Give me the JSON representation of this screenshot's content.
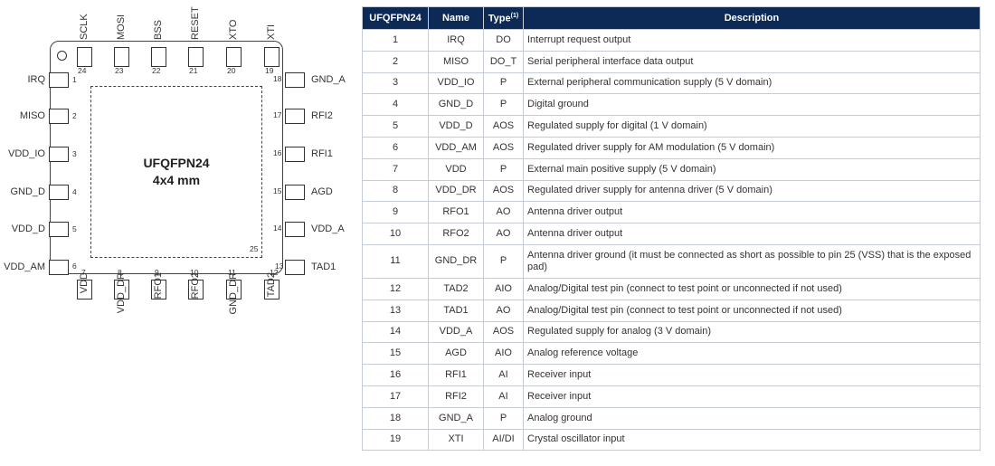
{
  "package": {
    "name": "UFQFPN24",
    "size": "4x4 mm"
  },
  "diagram": {
    "epad_number": "25",
    "pins": [
      {
        "num": "1",
        "name": "IRQ"
      },
      {
        "num": "2",
        "name": "MISO"
      },
      {
        "num": "3",
        "name": "VDD_IO"
      },
      {
        "num": "4",
        "name": "GND_D"
      },
      {
        "num": "5",
        "name": "VDD_D"
      },
      {
        "num": "6",
        "name": "VDD_AM"
      },
      {
        "num": "7",
        "name": "VDD"
      },
      {
        "num": "8",
        "name": "VDD_DR"
      },
      {
        "num": "9",
        "name": "RFO1"
      },
      {
        "num": "10",
        "name": "RFO2"
      },
      {
        "num": "11",
        "name": "GND_DR"
      },
      {
        "num": "12",
        "name": "TAD2"
      },
      {
        "num": "13",
        "name": "TAD1"
      },
      {
        "num": "14",
        "name": "VDD_A"
      },
      {
        "num": "15",
        "name": "AGD"
      },
      {
        "num": "16",
        "name": "RFI1"
      },
      {
        "num": "17",
        "name": "RFI2"
      },
      {
        "num": "18",
        "name": "GND_A"
      },
      {
        "num": "19",
        "name": "XTI"
      },
      {
        "num": "20",
        "name": "XTO"
      },
      {
        "num": "21",
        "name": "RESET"
      },
      {
        "num": "22",
        "name": "BSS"
      },
      {
        "num": "23",
        "name": "MOSI"
      },
      {
        "num": "24",
        "name": "SCLK"
      }
    ]
  },
  "table": {
    "headers": {
      "package": "UFQFPN24",
      "name": "Name",
      "type": "Type",
      "type_note": "(1)",
      "description": "Description"
    },
    "rows": [
      {
        "pin": "1",
        "name": "IRQ",
        "type": "DO",
        "desc": "Interrupt request output"
      },
      {
        "pin": "2",
        "name": "MISO",
        "type": "DO_T",
        "desc": "Serial peripheral interface data output"
      },
      {
        "pin": "3",
        "name": "VDD_IO",
        "type": "P",
        "desc": "External peripheral communication supply (5 V domain)"
      },
      {
        "pin": "4",
        "name": "GND_D",
        "type": "P",
        "desc": "Digital ground"
      },
      {
        "pin": "5",
        "name": "VDD_D",
        "type": "AOS",
        "desc": "Regulated supply for digital (1 V domain)"
      },
      {
        "pin": "6",
        "name": "VDD_AM",
        "type": "AOS",
        "desc": "Regulated driver supply for AM modulation (5 V domain)"
      },
      {
        "pin": "7",
        "name": "VDD",
        "type": "P",
        "desc": "External main positive supply (5 V domain)"
      },
      {
        "pin": "8",
        "name": "VDD_DR",
        "type": "AOS",
        "desc": "Regulated driver supply for antenna driver (5 V domain)"
      },
      {
        "pin": "9",
        "name": "RFO1",
        "type": "AO",
        "desc": "Antenna driver output"
      },
      {
        "pin": "10",
        "name": "RFO2",
        "type": "AO",
        "desc": "Antenna driver output"
      },
      {
        "pin": "11",
        "name": "GND_DR",
        "type": "P",
        "desc": "Antenna driver ground (it must be connected as short as possible to pin 25 (VSS) that is the exposed pad)"
      },
      {
        "pin": "12",
        "name": "TAD2",
        "type": "AIO",
        "desc": "Analog/Digital test pin (connect to test point or unconnected if not used)"
      },
      {
        "pin": "13",
        "name": "TAD1",
        "type": "AO",
        "desc": "Analog/Digital test pin (connect to test point or unconnected if not used)"
      },
      {
        "pin": "14",
        "name": "VDD_A",
        "type": "AOS",
        "desc": "Regulated supply for analog (3 V domain)"
      },
      {
        "pin": "15",
        "name": "AGD",
        "type": "AIO",
        "desc": "Analog reference voltage"
      },
      {
        "pin": "16",
        "name": "RFI1",
        "type": "AI",
        "desc": "Receiver input"
      },
      {
        "pin": "17",
        "name": "RFI2",
        "type": "AI",
        "desc": "Receiver input"
      },
      {
        "pin": "18",
        "name": "GND_A",
        "type": "P",
        "desc": "Analog ground"
      },
      {
        "pin": "19",
        "name": "XTI",
        "type": "AI/DI",
        "desc": "Crystal oscillator input"
      }
    ]
  }
}
